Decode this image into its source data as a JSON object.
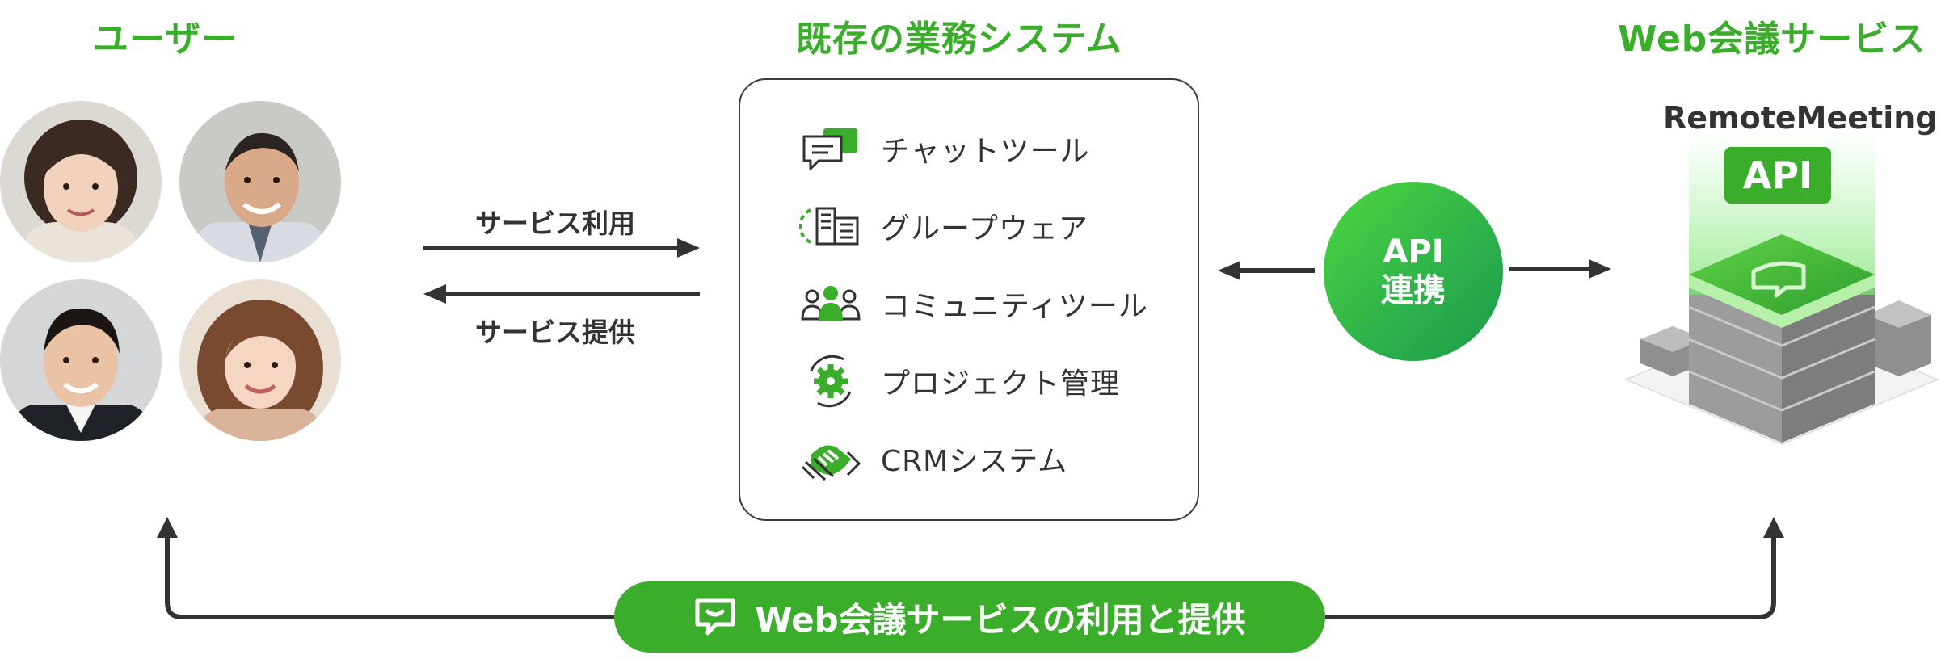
{
  "headings": {
    "users": "ユーザー",
    "systems": "既存の業務システム",
    "web": "Web会議サービス"
  },
  "arrows": {
    "use": "サービス利用",
    "provide": "サービス提供"
  },
  "systems": [
    {
      "label": "チャットツール",
      "icon": "chat-icon"
    },
    {
      "label": "グループウェア",
      "icon": "groupware-icon"
    },
    {
      "label": "コミュニティツール",
      "icon": "community-icon"
    },
    {
      "label": "プロジェクト管理",
      "icon": "project-gear-icon"
    },
    {
      "label": "CRMシステム",
      "icon": "handshake-icon"
    }
  ],
  "api_link": {
    "line1": "API",
    "line2": "連携"
  },
  "remote": {
    "logo": "RemoteMeeting",
    "badge": "API"
  },
  "bottom": {
    "label": "Web会議サービスの利用と提供",
    "icon": "meeting-chat-icon"
  },
  "colors": {
    "brand_green": "#3aae2a",
    "dark": "#333333"
  }
}
